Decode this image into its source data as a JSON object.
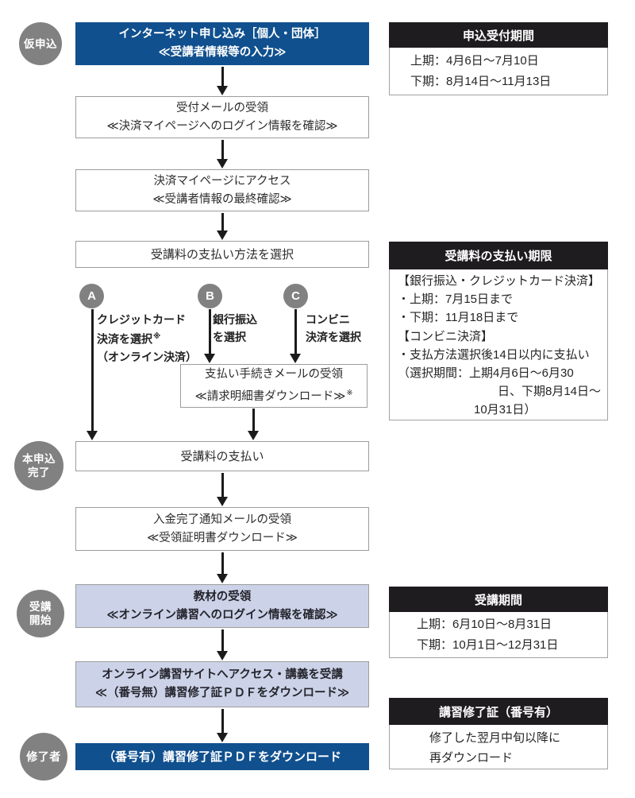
{
  "colors": {
    "accent_blue": "#10508e",
    "lavender": "#ccd3e8",
    "stage_gray": "#818181",
    "header_black": "#1f1c1f",
    "arrow_black": "#1b1b1b",
    "box_border_gray": "#9c9c9c"
  },
  "stages": {
    "s1": {
      "line1": "仮申込"
    },
    "s2": {
      "line1": "本申込",
      "line2": "完了"
    },
    "s3": {
      "line1": "受講",
      "line2": "開始"
    },
    "s4": {
      "line1": "修了者"
    }
  },
  "flow": {
    "b1": {
      "line1": "インターネット申し込み［個人・団体］",
      "line2": "≪受講者情報等の入力≫"
    },
    "b2": {
      "line1": "受付メールの受領",
      "line2": "≪決済マイページへのログイン情報を確認≫"
    },
    "b3": {
      "line1": "決済マイページにアクセス",
      "line2": "≪受講者情報の最終確認≫"
    },
    "b4": {
      "line1": "受講料の支払い方法を選択"
    },
    "b5": {
      "line1": "支払い手続きメールの受領",
      "line2": "≪請求明細書ダウンロード≫",
      "line2_sup": "※"
    },
    "b6": {
      "line1": "受講料の支払い"
    },
    "b7": {
      "line1": "入金完了通知メールの受領",
      "line2": "≪受領証明書ダウンロード≫"
    },
    "b8": {
      "line1": "教材の受領",
      "line2": "≪オンライン講習へのログイン情報を確認≫"
    },
    "b9": {
      "line1": "オンライン講習サイトへアクセス・講義を受講",
      "line2": "≪（番号無）講習修了証ＰＤＦをダウンロード≫"
    },
    "b10": {
      "line1": "（番号有）講習修了証ＰＤＦをダウンロード"
    }
  },
  "branches": {
    "a": {
      "letter": "A",
      "line1": "クレジットカード",
      "line2": "決済を選択",
      "line2_sup": "※",
      "line3": "（オンライン決済）"
    },
    "b": {
      "letter": "B",
      "line1": "銀行振込",
      "line2": "を選択"
    },
    "c": {
      "letter": "C",
      "line1": "コンビニ",
      "line2": "決済を選択"
    }
  },
  "panels": {
    "p1": {
      "title": "申込受付期間",
      "lines": [
        "上期：4月6日～7月10日",
        "下期：8月14日～11月13日"
      ]
    },
    "p2": {
      "title": "受講料の支払い期限",
      "lines": [
        "【銀行振込・クレジットカード決済】",
        "・上期：7月15日まで",
        "・下期：11月18日まで",
        "【コンビニ決済】",
        "・支払方法選択後14日以内に支払い",
        "（選択期間：上期4月6日～6月30",
        "日、下期8月14日～",
        "10月31日）"
      ]
    },
    "p3": {
      "title": "受講期間",
      "lines": [
        "上期：6月10日～8月31日",
        "下期：10月1日～12月31日"
      ]
    },
    "p4": {
      "title": "講習修了証（番号有）",
      "lines": [
        "修了した翌月中旬以降に",
        "再ダウンロード"
      ]
    }
  }
}
